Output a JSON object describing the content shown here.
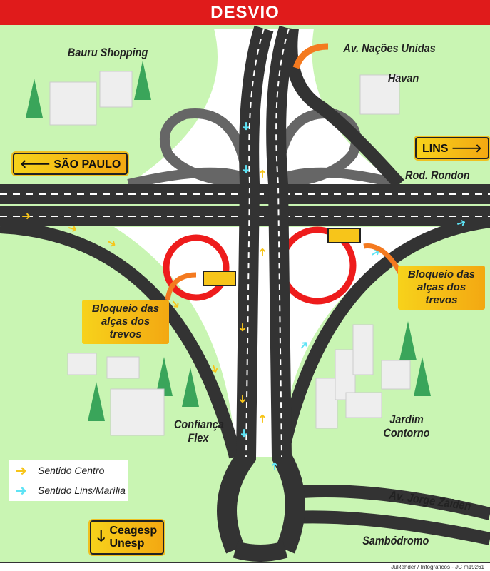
{
  "title": "DESVIO",
  "places": {
    "bauru_shopping": "Bauru Shopping",
    "av_nacoes": "Av. Nações Unidas",
    "havan": "Havan",
    "rod_rondon": "Rod. Rondon",
    "confianca": "Confiança Flex",
    "jardim": "Jardim Contorno",
    "av_jorge": "Av. Jorge Zaiden",
    "sambodromo": "Sambódromo"
  },
  "signs": {
    "sao_paulo": "SÃO PAULO",
    "lins": "LINS",
    "ceagesp_line1": "Ceagesp",
    "ceagesp_line2": "Unesp"
  },
  "callouts": {
    "left": "Bloqueio das alças dos trevos",
    "right": "Bloqueio das alças dos trevos"
  },
  "legend": {
    "centro": "Sentido Centro",
    "lins": "Sentido Lins/Marília",
    "colors": {
      "centro": "#f7c51a",
      "lins": "#5ee3f5"
    }
  },
  "footer": "JuRehder / Infográficos - JC  m19261"
}
